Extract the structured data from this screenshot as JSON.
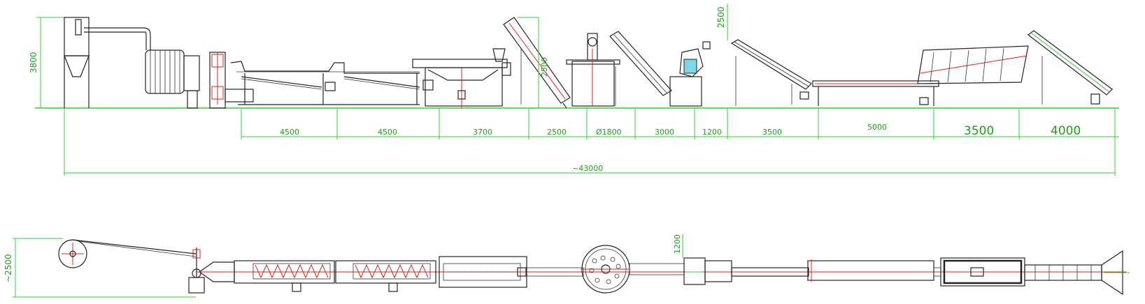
{
  "diagram": {
    "elevation_view": {
      "height_dimensions": {
        "overall_height": "3800",
        "conveyor_height": "2500",
        "inclined_conveyor_height": "2500"
      },
      "segment_dimensions": [
        "4500",
        "4500",
        "3700",
        "2500",
        "Ø1800",
        "3000",
        "1200",
        "3500",
        "5000",
        "3500",
        "4000"
      ],
      "total_length": "~43000"
    },
    "plan_view": {
      "width_dimension": "~2500",
      "local_dimension": "1200"
    },
    "colors": {
      "line": "#222222",
      "dimension": "#1aa01a",
      "centerline": "#e0201a",
      "accent": "#2fd02f",
      "hopper_fill": "#7fd6e8"
    }
  }
}
